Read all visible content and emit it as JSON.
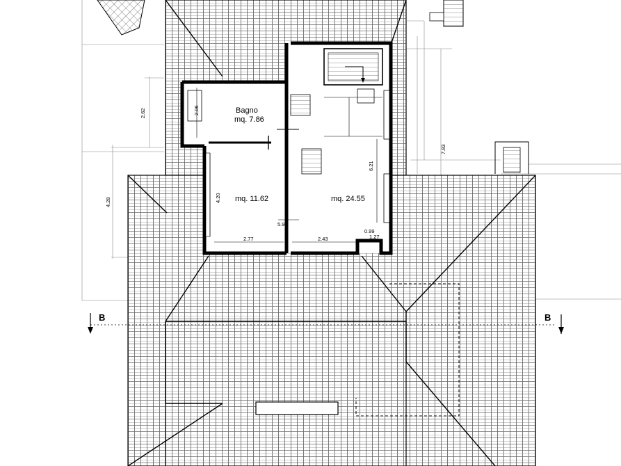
{
  "rooms": {
    "bagno_name": "Bagno",
    "bagno_area": "mq. 7.86",
    "room1_area": "mq. 11.62",
    "room2_area": "mq. 24.55"
  },
  "dimensions": {
    "d_262": "2.62",
    "d_206": "2.06",
    "d_428": "4.28",
    "d_420": "4.20",
    "d_591": "5.91",
    "d_277": "2.77",
    "d_243": "2.43",
    "d_099": "0.99",
    "d_127": "1.27",
    "d_621": "6.21",
    "d_783": "7.83"
  },
  "section": {
    "left": "B",
    "right": "B"
  }
}
